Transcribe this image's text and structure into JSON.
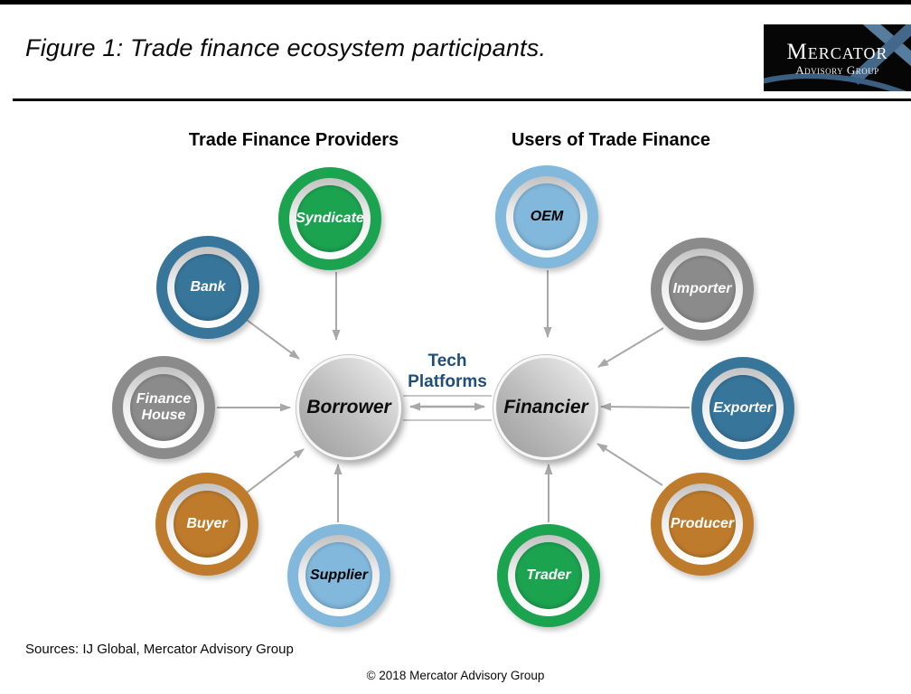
{
  "figure": {
    "title": "Figure 1: Trade finance ecosystem participants.",
    "sources": "Sources: IJ Global, Mercator Advisory Group",
    "copyright": "© 2018 Mercator Advisory Group"
  },
  "logo": {
    "line1": "Mercator",
    "line2": "Advisory Group"
  },
  "columns": {
    "providers": "Trade Finance Providers",
    "users": "Users of Trade Finance"
  },
  "hubs": {
    "borrower": {
      "label": "Borrower"
    },
    "financier": {
      "label": "Financier"
    }
  },
  "connector": {
    "label": "Tech Platforms",
    "color": "#1F4E79"
  },
  "nodes": {
    "syndicate": {
      "label": "Syndicate",
      "color": "#1CA350",
      "text_color": "#FFFFFF"
    },
    "bank": {
      "label": "Bank",
      "color": "#38759B",
      "text_color": "#FFFFFF"
    },
    "finance_house": {
      "label": "Finance House",
      "color": "#8B8B8B",
      "text_color": "#FFFFFF"
    },
    "buyer": {
      "label": "Buyer",
      "color": "#BF7B2C",
      "text_color": "#FFFFFF"
    },
    "supplier": {
      "label": "Supplier",
      "color": "#82B8DB",
      "text_color": "#000000"
    },
    "oem": {
      "label": "OEM",
      "color": "#82B8DB",
      "text_color": "#000000"
    },
    "importer": {
      "label": "Importer",
      "color": "#8B8B8B",
      "text_color": "#FFFFFF"
    },
    "exporter": {
      "label": "Exporter",
      "color": "#38759B",
      "text_color": "#FFFFFF"
    },
    "producer": {
      "label": "Producer",
      "color": "#BF7B2C",
      "text_color": "#FFFFFF"
    },
    "trader": {
      "label": "Trader",
      "color": "#1CA350",
      "text_color": "#FFFFFF"
    }
  },
  "style": {
    "arrow_color": "#A8A8A8",
    "hub_fill": "#C4C4C4",
    "logo_bg": "#060606",
    "logo_accent": "#4E7597"
  }
}
